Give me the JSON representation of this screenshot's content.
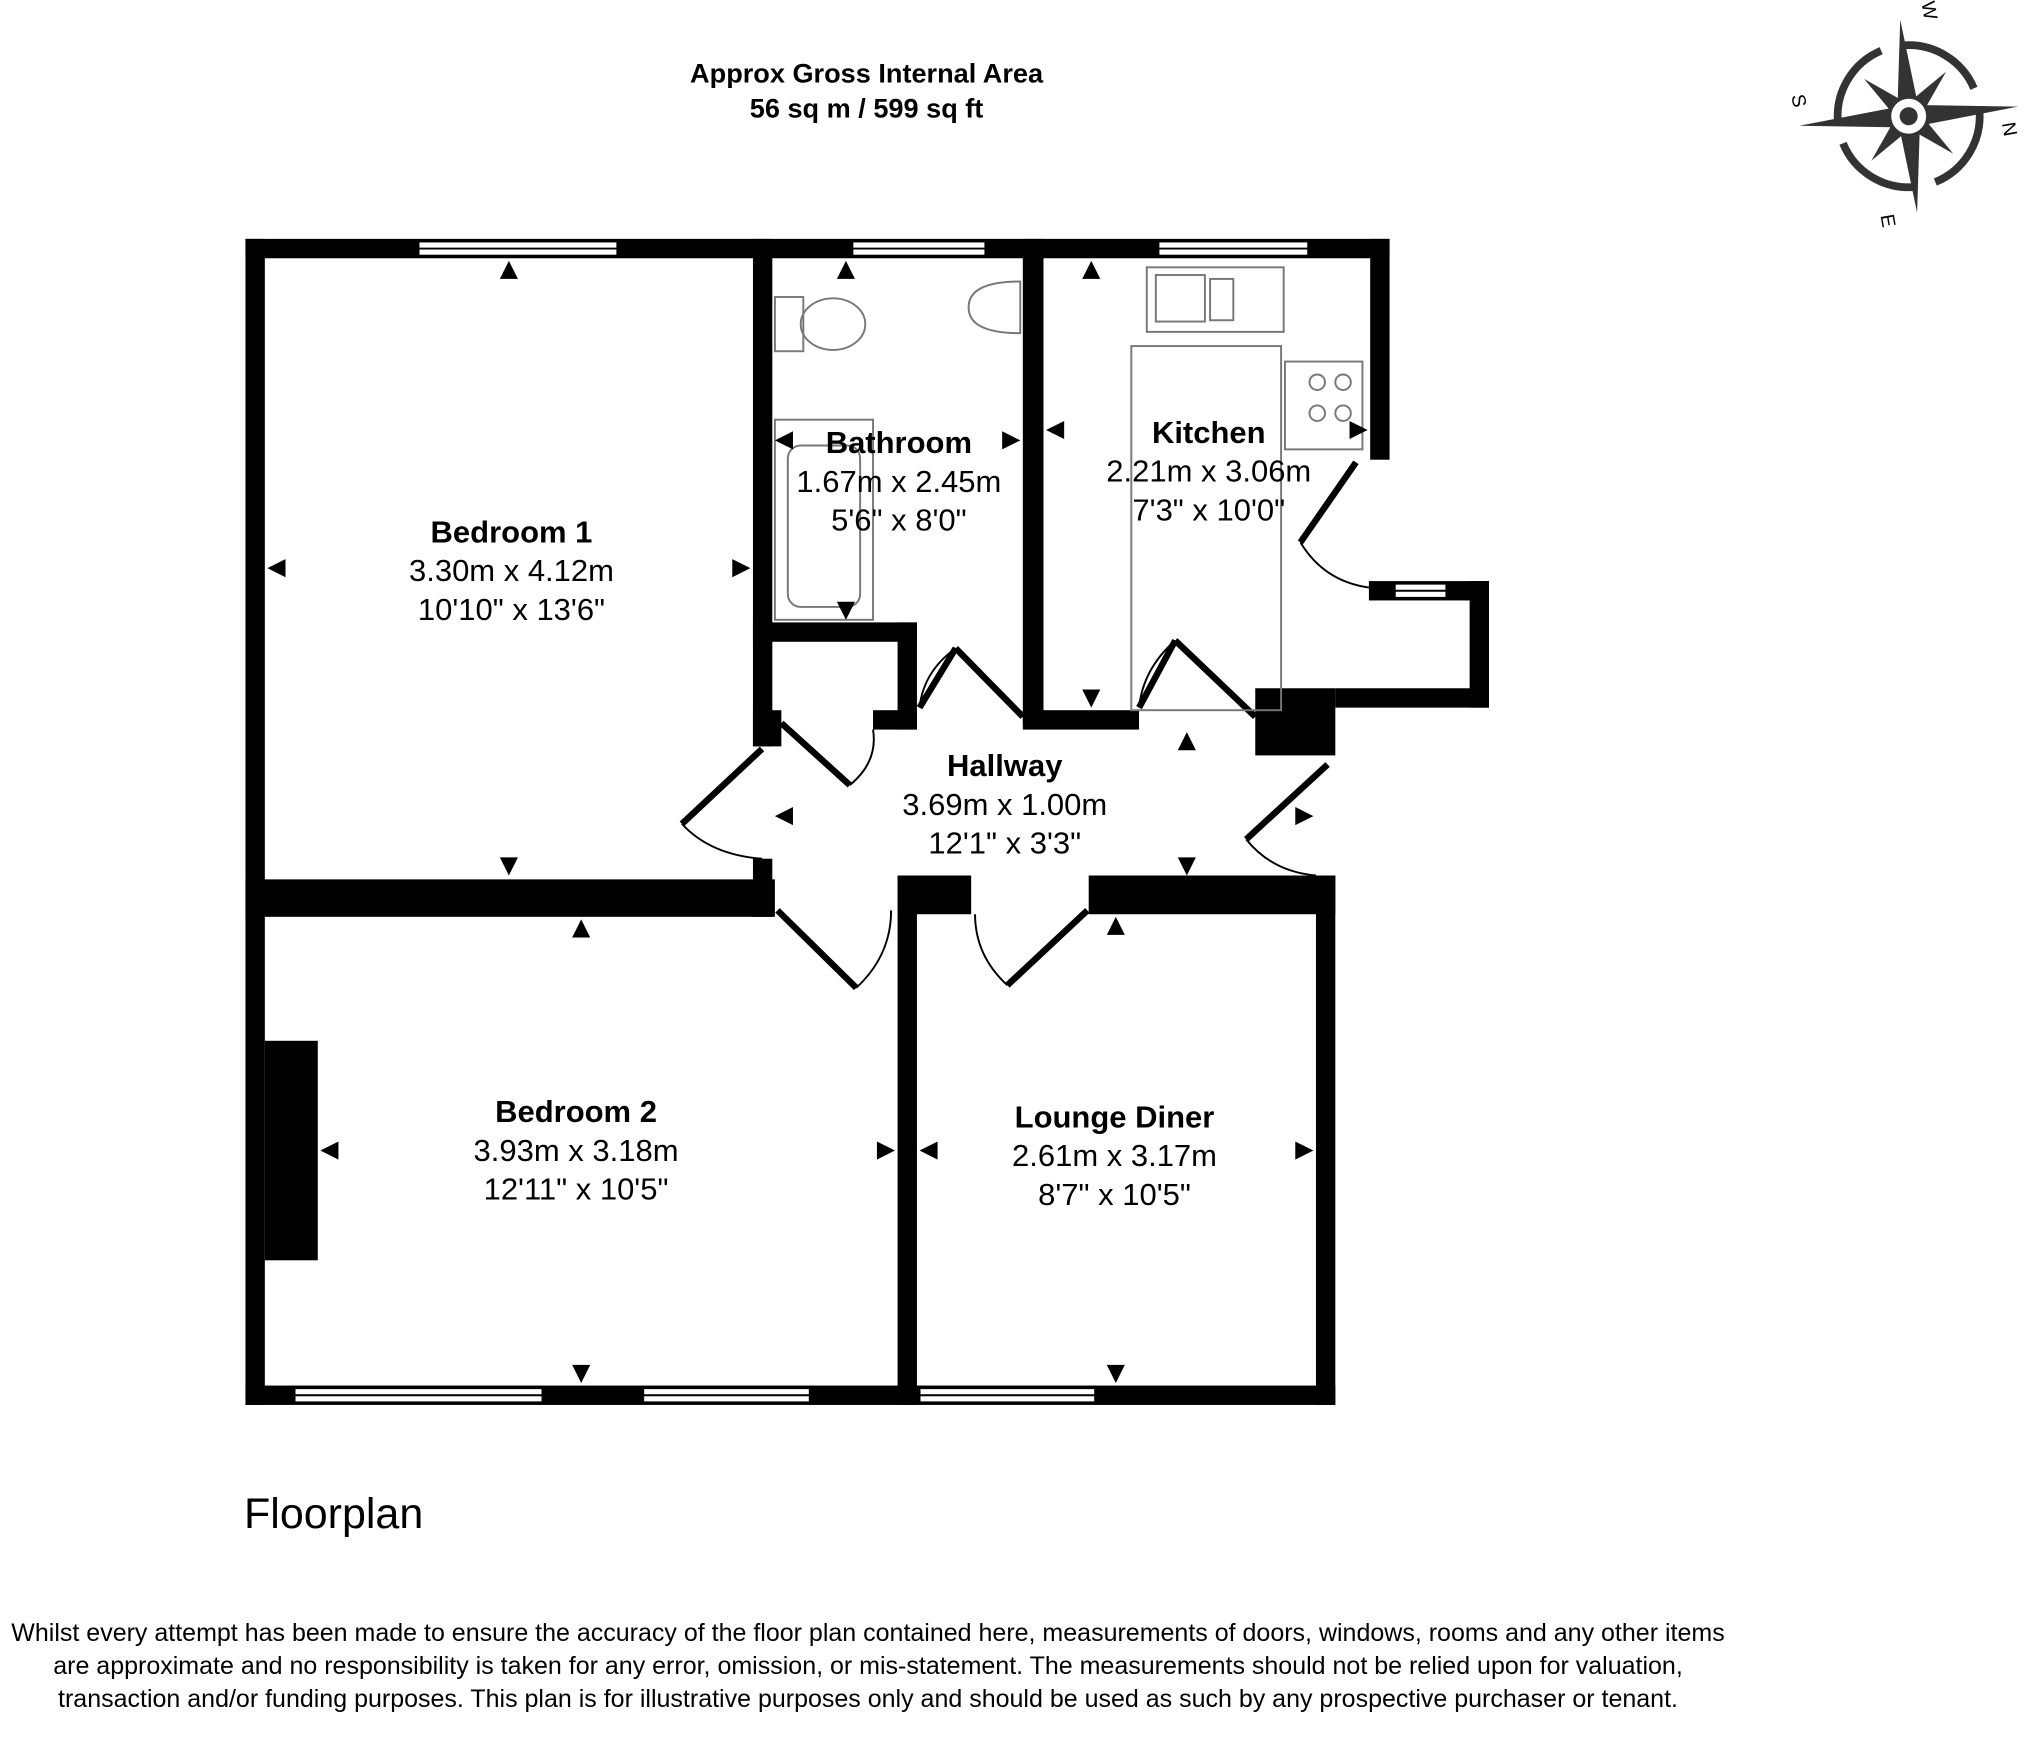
{
  "header": {
    "area_title": "Approx Gross Internal Area",
    "area_value": "56 sq m / 599 sq ft"
  },
  "compass": {
    "labels": {
      "n": "N",
      "s": "S",
      "e": "E",
      "w": "W"
    },
    "icon": "compass-rose-icon"
  },
  "rooms": [
    {
      "name": "Bedroom 1",
      "metric": "3.30m x 4.12m",
      "imperial": "10'10\" x 13'6\""
    },
    {
      "name": "Bathroom",
      "metric": "1.67m x 2.45m",
      "imperial": "5'6\" x 8'0\""
    },
    {
      "name": "Kitchen",
      "metric": "2.21m x 3.06m",
      "imperial": "7'3\" x 10'0\""
    },
    {
      "name": "Hallway",
      "metric": "3.69m x 1.00m",
      "imperial": "12'1\" x 3'3\""
    },
    {
      "name": "Bedroom 2",
      "metric": "3.93m x 3.18m",
      "imperial": "12'11\" x 10'5\""
    },
    {
      "name": "Lounge Diner",
      "metric": "2.61m x 3.17m",
      "imperial": "8'7\" x 10'5\""
    }
  ],
  "floor_label": "Floorplan",
  "disclaimer": "Whilst every attempt has been made to ensure the accuracy of the floor plan contained here, measurements of doors, windows, rooms and any other items are approximate and no responsibility is taken for any error, omission, or mis-statement. The measurements should not be relied upon for valuation, transaction and/or funding purposes. This plan is for illustrative purposes only and should be used as such by any prospective purchaser or tenant."
}
